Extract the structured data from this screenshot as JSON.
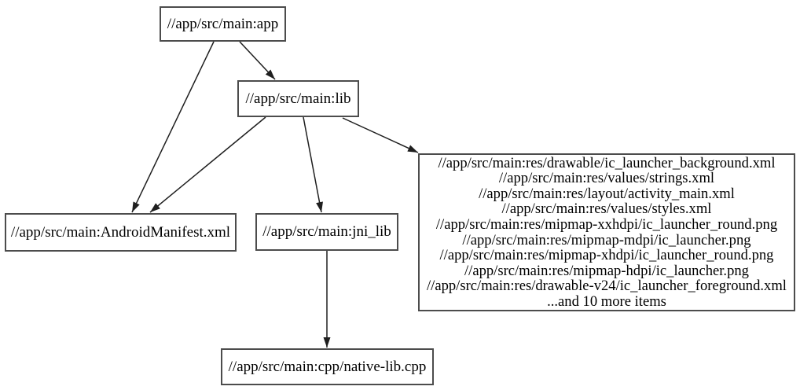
{
  "graph": {
    "type": "directed-dependency-graph",
    "background_color": "#ffffff",
    "node_fill_color": "#ffffff",
    "node_border_color": "#4c4c4c",
    "edge_color": "#1f1f1f",
    "text_color": "#000000",
    "nodes": {
      "app": {
        "label": "//app/src/main:app"
      },
      "lib": {
        "label": "//app/src/main:lib"
      },
      "manifest": {
        "label": "//app/src/main:AndroidManifest.xml"
      },
      "jni_lib": {
        "label": "//app/src/main:jni_lib"
      },
      "res_files": {
        "lines": [
          "//app/src/main:res/drawable/ic_launcher_background.xml",
          "//app/src/main:res/values/strings.xml",
          "//app/src/main:res/layout/activity_main.xml",
          "//app/src/main:res/values/styles.xml",
          "//app/src/main:res/mipmap-xxhdpi/ic_launcher_round.png",
          "//app/src/main:res/mipmap-mdpi/ic_launcher.png",
          "//app/src/main:res/mipmap-xhdpi/ic_launcher_round.png",
          "//app/src/main:res/mipmap-hdpi/ic_launcher.png",
          "//app/src/main:res/drawable-v24/ic_launcher_foreground.xml",
          "...and 10 more items"
        ]
      },
      "native_lib": {
        "label": "//app/src/main:cpp/native-lib.cpp"
      }
    },
    "edges": [
      {
        "from": "app",
        "to": "lib"
      },
      {
        "from": "app",
        "to": "manifest"
      },
      {
        "from": "lib",
        "to": "manifest"
      },
      {
        "from": "lib",
        "to": "jni_lib"
      },
      {
        "from": "lib",
        "to": "res_files"
      },
      {
        "from": "jni_lib",
        "to": "native_lib"
      }
    ]
  }
}
